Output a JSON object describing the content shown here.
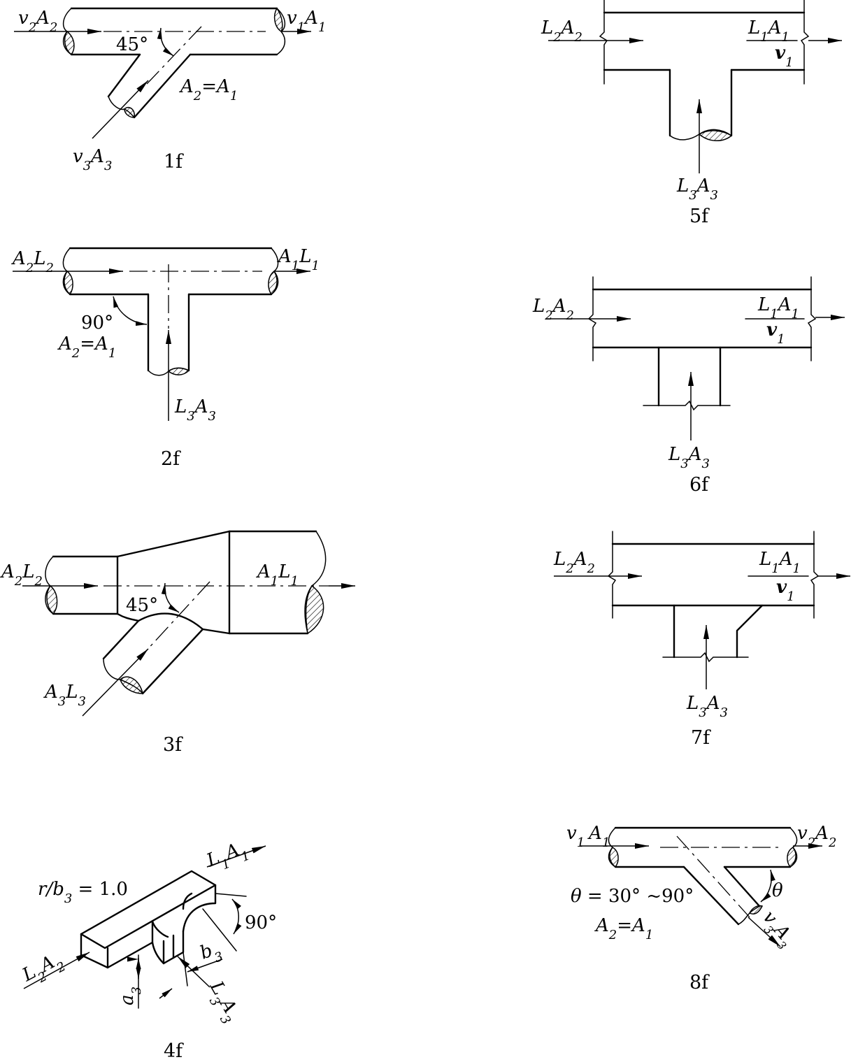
{
  "figures": {
    "f1": {
      "caption": "1f",
      "inlet_main": {
        "v": "v",
        "vsub": "2",
        "A": "A",
        "Asub": "2"
      },
      "outlet": {
        "v": "v",
        "vsub": "1",
        "A": "A",
        "Asub": "1"
      },
      "branch": {
        "v": "v",
        "vsub": "3",
        "A": "A",
        "Asub": "3"
      },
      "angle": "45°",
      "area_eq": {
        "l": "A",
        "lsub": "2",
        "eq": "=",
        "r": "A",
        "rsub": "1"
      }
    },
    "f2": {
      "caption": "2f",
      "inlet_main": {
        "A": "A",
        "Asub": "2",
        "L": "L",
        "Lsub": "2"
      },
      "outlet": {
        "A": "A",
        "Asub": "1",
        "L": "L",
        "Lsub": "1"
      },
      "branch": {
        "L": "L",
        "Lsub": "3",
        "A": "A",
        "Asub": "3"
      },
      "angle": "90°",
      "area_eq": {
        "l": "A",
        "lsub": "2",
        "eq": "=",
        "r": "A",
        "rsub": "1"
      }
    },
    "f3": {
      "caption": "3f",
      "inlet_main": {
        "A": "A",
        "Asub": "2",
        "L": "L",
        "Lsub": "2"
      },
      "outlet": {
        "A": "A",
        "Asub": "1",
        "L": "L",
        "Lsub": "1"
      },
      "branch": {
        "A": "A",
        "Asub": "3",
        "L": "L",
        "Lsub": "3"
      },
      "angle": "45°"
    },
    "f4": {
      "caption": "4f",
      "ratio": {
        "r": "r/b",
        "sub": "3",
        "rest": " = 1.0"
      },
      "inlet_main": {
        "L": "L",
        "Lsub": "2",
        "A": "A",
        "Asub": "2"
      },
      "outlet": {
        "L": "L",
        "Lsub": "1",
        "A": "A",
        "Asub": "1"
      },
      "branch": {
        "L": "L",
        "Lsub": "3",
        "A": "A",
        "Asub": "3"
      },
      "angle": "90°",
      "dim_b": {
        "t": "b",
        "sub": "3"
      },
      "dim_a": {
        "t": "a",
        "sub": "3"
      }
    },
    "f5": {
      "caption": "5f",
      "inlet_main": {
        "L": "L",
        "Lsub": "2",
        "A": "A",
        "Asub": "2"
      },
      "outlet": {
        "L": "L",
        "Lsub": "1",
        "A": "A",
        "Asub": "1"
      },
      "outlet_v": {
        "v": "v",
        "vsub": "1"
      },
      "branch": {
        "L": "L",
        "Lsub": "3",
        "A": "A",
        "Asub": "3"
      }
    },
    "f6": {
      "caption": "6f",
      "inlet_main": {
        "L": "L",
        "Lsub": "2",
        "A": "A",
        "Asub": "2"
      },
      "outlet": {
        "L": "L",
        "Lsub": "1",
        "A": "A",
        "Asub": "1"
      },
      "outlet_v": {
        "v": "v",
        "vsub": "1"
      },
      "branch": {
        "L": "L",
        "Lsub": "3",
        "A": "A",
        "Asub": "3"
      }
    },
    "f7": {
      "caption": "7f",
      "inlet_main": {
        "L": "L",
        "Lsub": "2",
        "A": "A",
        "Asub": "2"
      },
      "outlet": {
        "L": "L",
        "Lsub": "1",
        "A": "A",
        "Asub": "1"
      },
      "outlet_v": {
        "v": "v",
        "vsub": "1"
      },
      "branch": {
        "L": "L",
        "Lsub": "3",
        "A": "A",
        "Asub": "3"
      }
    },
    "f8": {
      "caption": "8f",
      "inlet_main": {
        "v": "v",
        "vsub": "1",
        "A": "A",
        "Asub": "1"
      },
      "outlet": {
        "v": "v",
        "vsub": "2",
        "A": "A",
        "Asub": "2"
      },
      "branch": {
        "v": "v",
        "vsub": "3",
        "A": "A",
        "Asub": "3"
      },
      "theta": "θ",
      "theta_range": {
        "t": "θ",
        "rest": " = 30° ~90°"
      },
      "area_eq": {
        "l": "A",
        "lsub": "2",
        "eq": "=",
        "r": "A",
        "rsub": "1"
      }
    }
  }
}
